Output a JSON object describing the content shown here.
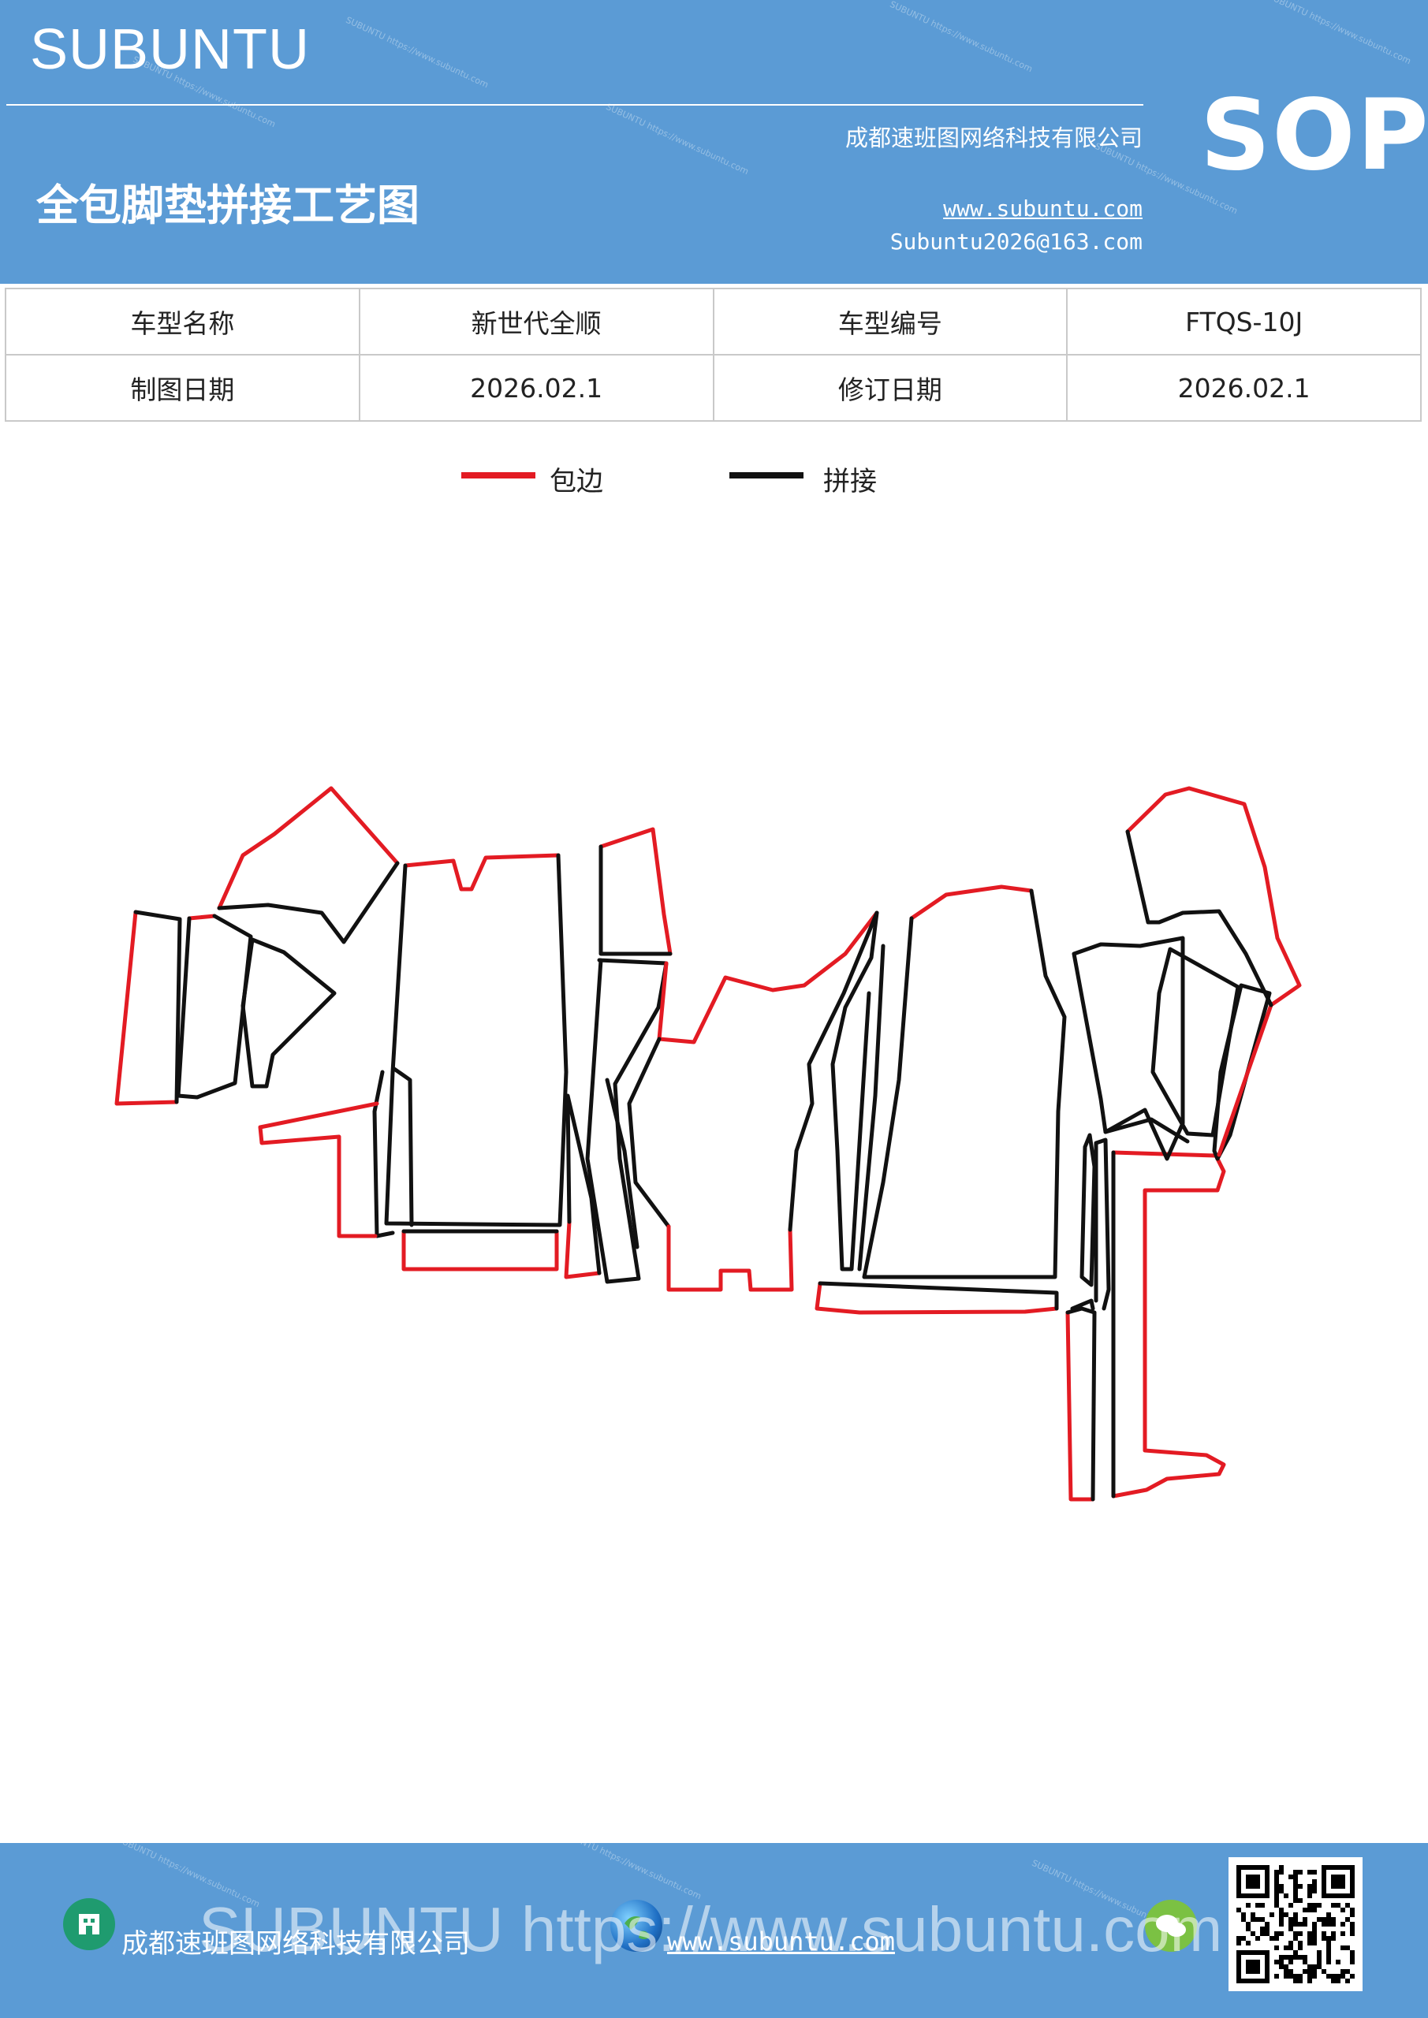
{
  "header": {
    "brand": "SUBUNTU",
    "company": "成都速班图网络科技有限公司",
    "title": "全包脚垫拼接工艺图",
    "website": "www.subuntu.com",
    "email": "Subuntu2026@163.com",
    "badge": "SOP"
  },
  "info_table": {
    "rows": [
      [
        "车型名称",
        "新世代全顺",
        "车型编号",
        "FTQS-10J"
      ],
      [
        "制图日期",
        "2026.02.1",
        "修订日期",
        "2026.02.1"
      ]
    ]
  },
  "legend": {
    "items": [
      {
        "label": "包边",
        "color": "#e31b23"
      },
      {
        "label": "拼接",
        "color": "#111111"
      }
    ]
  },
  "diagram_colors": {
    "edge": "#e31b23",
    "seam": "#111111"
  },
  "footer": {
    "company": "成都速班图网络科技有限公司",
    "website": "www.subuntu.com",
    "watermark": "SUBUNTU https://www.subuntu.com"
  },
  "icons": {
    "company": "building-icon",
    "website": "globe-icon",
    "wechat": "wechat-icon",
    "qr": "qr-code"
  }
}
